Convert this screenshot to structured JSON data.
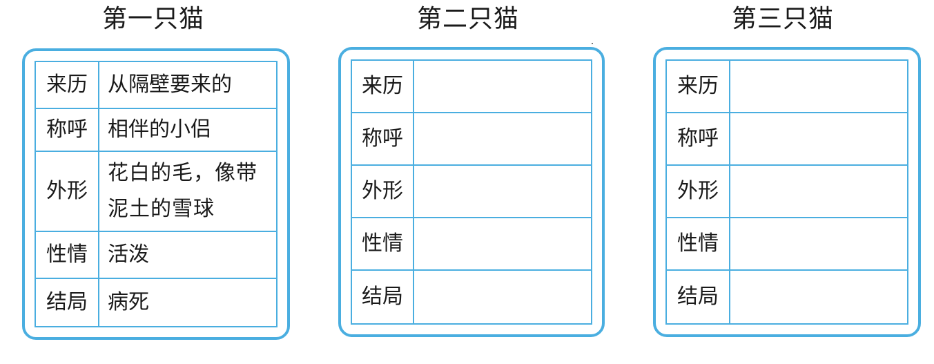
{
  "colors": {
    "border": "#4aaee0",
    "text": "#1a1a1a",
    "background": "#ffffff"
  },
  "cards": [
    {
      "title": "第一只猫",
      "rows": [
        {
          "label": "来历",
          "value": "从隔壁要来的"
        },
        {
          "label": "称呼",
          "value": "相伴的小侣"
        },
        {
          "label": "外形",
          "value": "花白的毛，像带泥土的雪球"
        },
        {
          "label": "性情",
          "value": "活泼"
        },
        {
          "label": "结局",
          "value": "病死"
        }
      ]
    },
    {
      "title": "第二只猫",
      "rows": [
        {
          "label": "来历",
          "value": ""
        },
        {
          "label": "称呼",
          "value": ""
        },
        {
          "label": "外形",
          "value": ""
        },
        {
          "label": "性情",
          "value": ""
        },
        {
          "label": "结局",
          "value": ""
        }
      ]
    },
    {
      "title": "第三只猫",
      "rows": [
        {
          "label": "来历",
          "value": ""
        },
        {
          "label": "称呼",
          "value": ""
        },
        {
          "label": "外形",
          "value": ""
        },
        {
          "label": "性情",
          "value": ""
        },
        {
          "label": "结局",
          "value": ""
        }
      ]
    }
  ]
}
